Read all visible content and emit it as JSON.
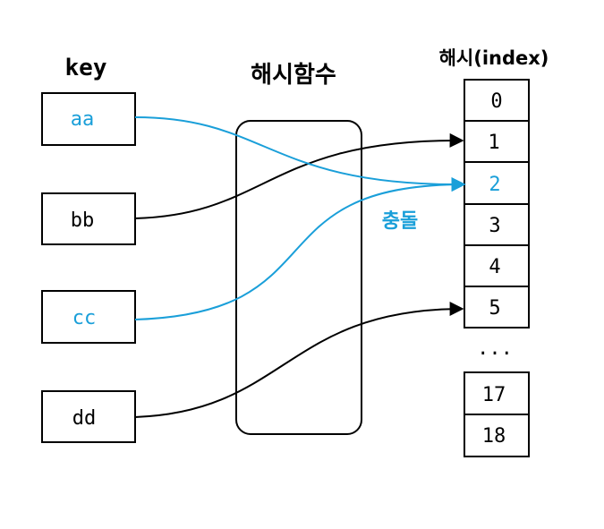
{
  "labels": {
    "key_heading": "key",
    "hash_function_heading": "해시함수",
    "hash_index_heading": "해시(index)",
    "collision": "충돌",
    "ellipsis": "..."
  },
  "keys": [
    "aa",
    "bb",
    "cc",
    "dd"
  ],
  "indices": [
    "0",
    "1",
    "2",
    "3",
    "4",
    "5"
  ],
  "indices_tail": [
    "17",
    "18"
  ],
  "colors": {
    "highlight": "#1a9fd9",
    "stroke": "#000000"
  }
}
